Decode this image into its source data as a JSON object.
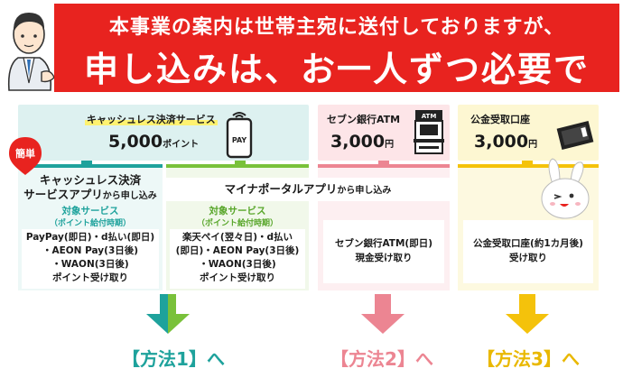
{
  "banner": {
    "line1": "本事業の案内は世帯主宛に送付しておりますが、",
    "line2": "申し込みは、お一人ずつ必要です。"
  },
  "cashless": {
    "title": "キャッシュレス決済サービス",
    "amount": "5,000",
    "unit": "ポイント",
    "phone_label": "PAY"
  },
  "seven": {
    "title": "セブン銀行ATM",
    "amount": "3,000",
    "unit": "円",
    "atm_label": "ATM"
  },
  "koukin": {
    "title": "公金受取口座",
    "amount": "3,000",
    "unit": "円"
  },
  "easy_badge": "簡単",
  "card1": {
    "line1": "キャッシュレス決済",
    "line2a": "サービスアプリ",
    "line2b": "から申し込み",
    "target": "対象サービス",
    "target_sub": "（ポイント給付時期）",
    "svc1": "PayPay(即日)・d払い(即日)",
    "svc2": "・AEON Pay(3日後)",
    "svc3": "・WAON(3日後)",
    "svc4": "ポイント受け取り"
  },
  "myna": {
    "main": "マイナポータルアプリ",
    "sub": "から申し込み"
  },
  "card2": {
    "target": "対象サービス",
    "target_sub": "（ポイント給付時期）",
    "svc1": "楽天ペイ(翌々日)・d払い",
    "svc2": "(即日)・AEON Pay(3日後)",
    "svc3": "・WAON(3日後)",
    "svc4": "ポイント受け取り"
  },
  "card3": {
    "line1": "セブン銀行ATM(即日)",
    "line2": "現金受け取り"
  },
  "card4": {
    "line1": "公金受取口座(約1カ月後)",
    "line2": "受け取り"
  },
  "methods": {
    "m1": "【方法1】へ",
    "m2": "【方法2】へ",
    "m3": "【方法3】へ"
  },
  "colors": {
    "banner": "#e8231f",
    "teal": "#1ea29c",
    "green": "#79c13a",
    "pink": "#ec8592",
    "yellow": "#f4c20b"
  }
}
